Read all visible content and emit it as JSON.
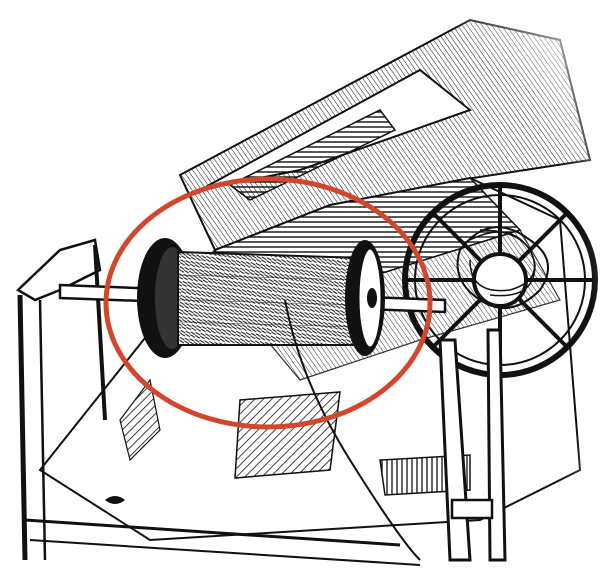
{
  "illustration": {
    "style": "black-and-white engraved line drawing with red ellipse highlight",
    "highlight_color": "#d2462e",
    "ink_color": "#111111",
    "paper_color": "#ffffff",
    "subjects": [
      "spool-of-thread",
      "spindle-rod",
      "spinning-wheel",
      "frame-rail"
    ]
  }
}
